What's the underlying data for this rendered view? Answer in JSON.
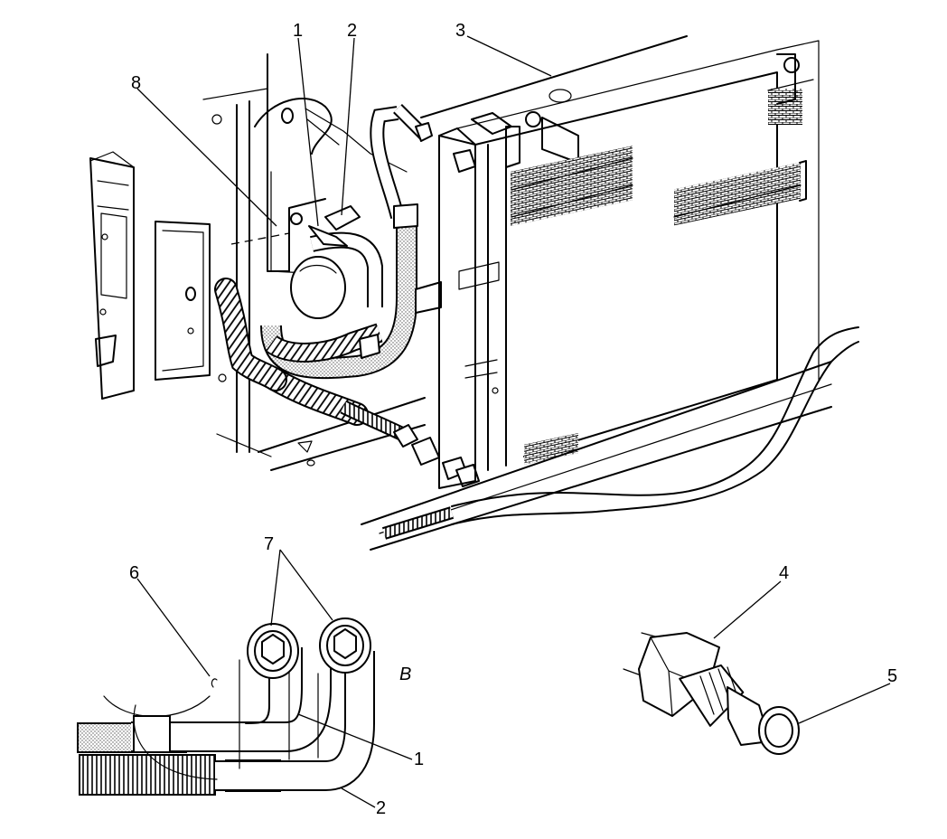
{
  "callouts": {
    "c1_top": "1",
    "c2_top": "2",
    "c3": "3",
    "c8": "8",
    "c7": "7",
    "c6": "6",
    "c4": "4",
    "c5": "5",
    "c1_detail": "1",
    "c2_detail": "2"
  },
  "view_label": "B"
}
